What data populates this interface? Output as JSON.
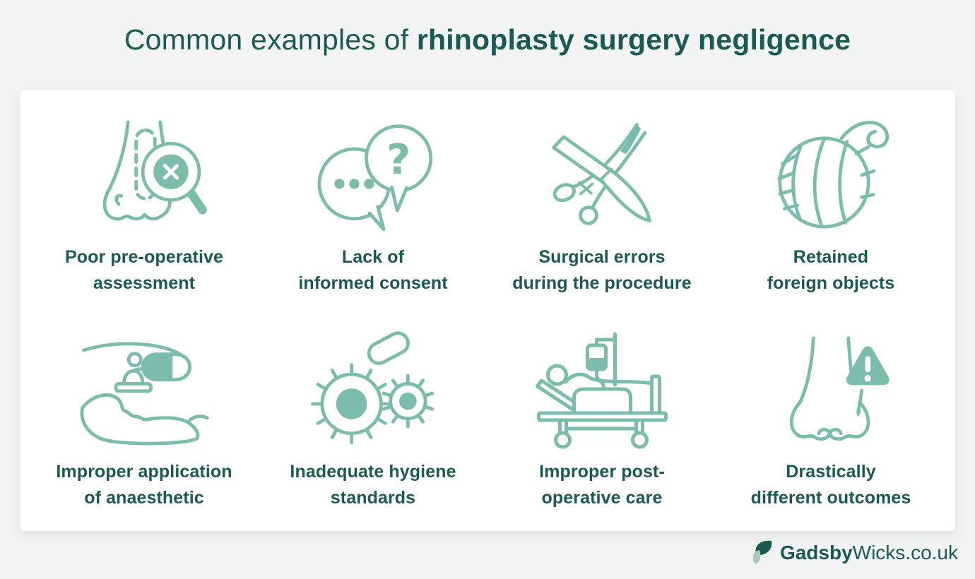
{
  "title": {
    "regular": "Common examples of ",
    "bold": "rhinoplasty surgery negligence"
  },
  "items": [
    {
      "id": "poor-pre-operative-assessment",
      "label": "Poor pre-operative\nassessment",
      "icon": "nose-magnifier-icon"
    },
    {
      "id": "lack-of-informed-consent",
      "label": "Lack of\ninformed consent",
      "icon": "speech-bubbles-question-icon"
    },
    {
      "id": "surgical-errors-during-procedure",
      "label": "Surgical errors\nduring the procedure",
      "icon": "crossed-surgical-tools-icon"
    },
    {
      "id": "retained-foreign-objects",
      "label": "Retained\nforeign objects",
      "icon": "gauze-yarn-ball-icon"
    },
    {
      "id": "improper-application-of-anaesthetic",
      "label": "Improper application\nof anaesthetic",
      "icon": "anaesthetic-mask-icon"
    },
    {
      "id": "inadequate-hygiene-standards",
      "label": "Inadequate hygiene\nstandards",
      "icon": "germs-icon"
    },
    {
      "id": "improper-post-operative-care",
      "label": "Improper post-\noperative care",
      "icon": "hospital-bed-iv-icon"
    },
    {
      "id": "drastically-different-outcomes",
      "label": "Drastically\ndifferent outcomes",
      "icon": "nose-warning-icon"
    }
  ],
  "footer": {
    "brand_bold": "Gadsby",
    "brand_regular": "Wicks",
    "brand_suffix": ".co.uk"
  },
  "colors": {
    "background": "#f1f4f2",
    "card": "#ffffff",
    "icon_teal": "#7bbcab",
    "text_dark_teal": "#1b5a50",
    "logo_leaf_dark": "#1b5a50",
    "logo_leaf_light": "#a9c9bd"
  }
}
